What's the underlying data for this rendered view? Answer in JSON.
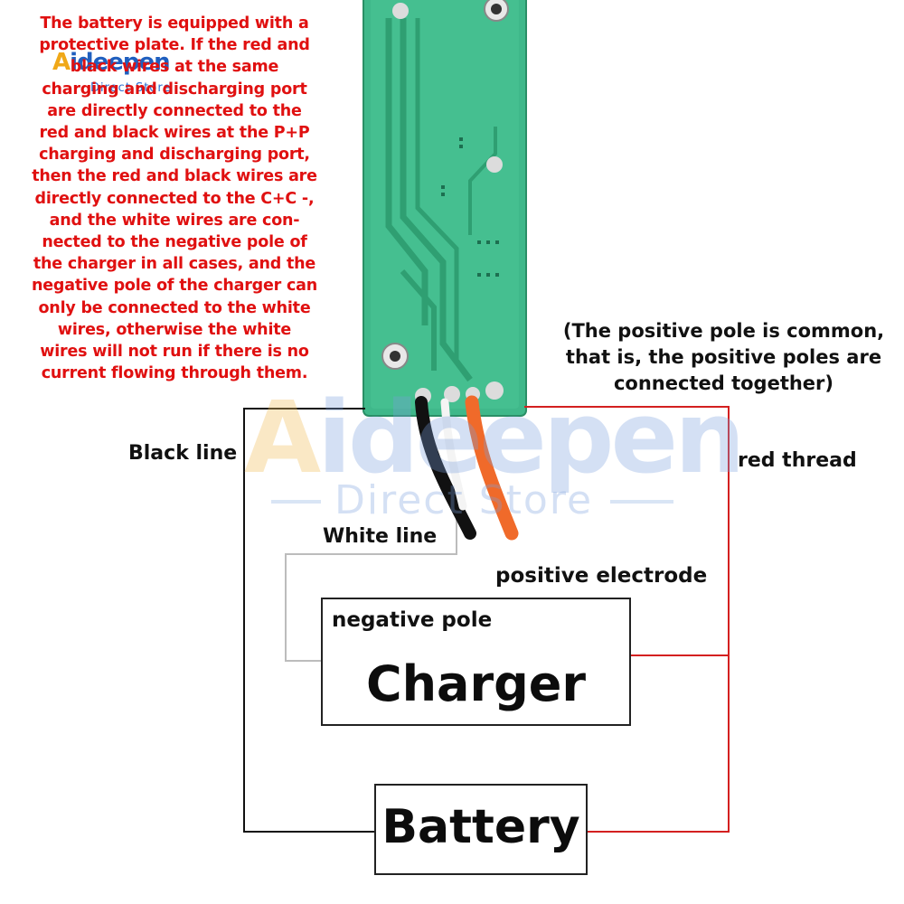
{
  "brand": {
    "logo_prefix": "A",
    "logo_rest": "ideepen",
    "logo_sub": "Direct Store",
    "watermark_prefix": "A",
    "watermark_rest": "ideepen",
    "watermark_sub": "Direct Store"
  },
  "notes": {
    "protective_plate": "The battery is equipped with a\nprotective plate. If the red and\nblack wires at the same\ncharging and discharging port\nare directly connected to the\nred and black wires at the P+P\ncharging and discharging port,\nthen the red and black wires are\ndirectly connected to the C+C -,\nand the white wires are con-\nnected to the negative pole of\nthe charger in all cases, and the\nnegative pole of the charger can\nonly be connected to the white\nwires, otherwise the white\nwires will not run if there is no\ncurrent flowing through them.",
    "positive_common": "(The positive pole is common,\nthat is, the positive poles are\nconnected together)"
  },
  "labels": {
    "black_line": "Black line",
    "red_thread": "red thread",
    "white_line": "White line",
    "positive_electrode": "positive electrode",
    "negative_pole": "negative pole",
    "charger": "Charger",
    "battery": "Battery"
  },
  "colors": {
    "pcb_green": "#3fb88a",
    "pcb_trace": "#2f9f72",
    "red_wire": "#d42020",
    "black_wire": "#111111",
    "orange_wire": "#f06a2a",
    "white_wire": "#bcbcbc",
    "note_red": "#e01010"
  }
}
